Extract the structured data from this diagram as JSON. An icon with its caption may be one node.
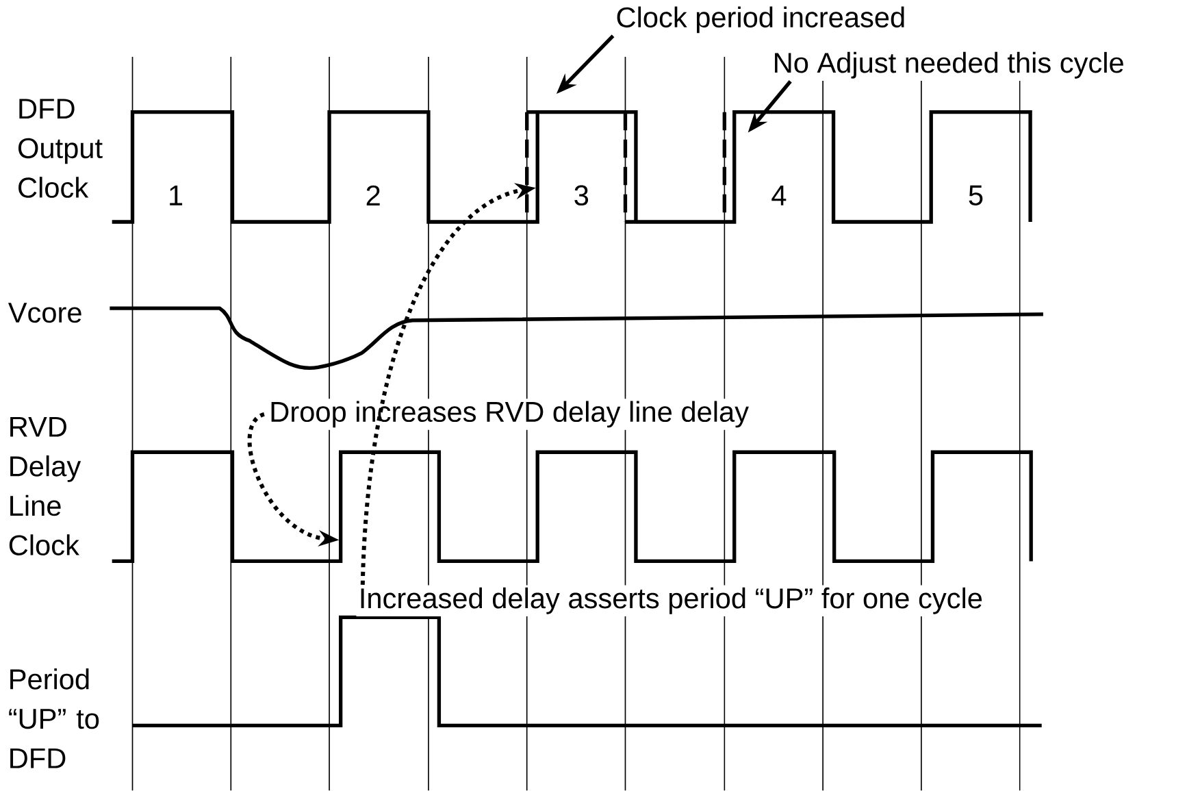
{
  "diagram": {
    "nodes": [
      {
        "text": [
          "Clock period increased"
        ]
      },
      {
        "text": [
          "No Adjust needed this cycle"
        ]
      },
      {
        "text": [
          "Droop increases RVD delay line delay"
        ]
      },
      {
        "text": [
          "Increased delay asserts period “UP” for one cycle"
        ]
      }
    ],
    "edges": [
      {
        "from": 0,
        "to": null,
        "arrow": "to"
      },
      {
        "from": 1,
        "to": null,
        "arrow": "to"
      },
      {
        "from": 2,
        "to": null,
        "arrow": "to",
        "style": "dashed"
      },
      {
        "from": 3,
        "to": null,
        "arrow": "to",
        "style": "dashed"
      }
    ],
    "labels": [
      "DFD Output Clock",
      "1",
      "2",
      "3",
      "4",
      "5",
      "Vcore",
      "RVD Delay Line Clock",
      "Period “UP” to DFD"
    ]
  }
}
